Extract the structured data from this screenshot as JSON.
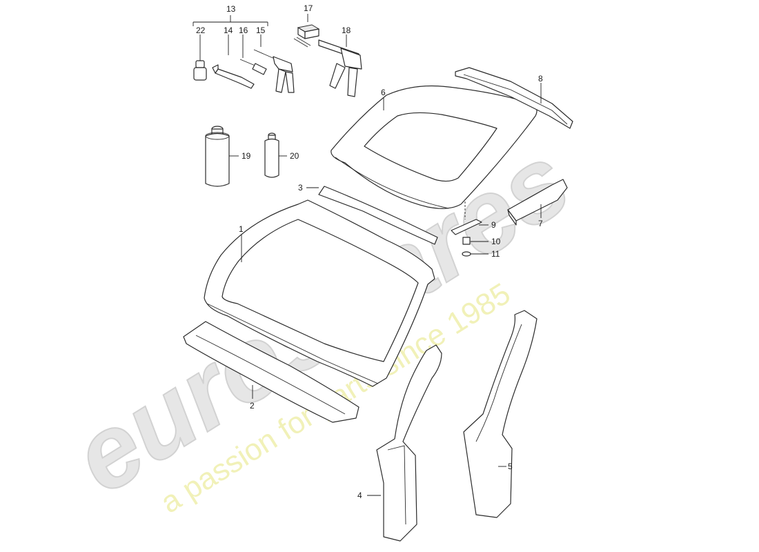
{
  "watermark": {
    "logo": "eurospares",
    "tagline": "a passion for parts since 1985"
  },
  "callouts": [
    "1",
    "2",
    "3",
    "4",
    "5",
    "6",
    "7",
    "8",
    "9",
    "10",
    "11",
    "13",
    "14",
    "15",
    "16",
    "17",
    "18",
    "19",
    "20",
    "22"
  ],
  "colors": {
    "line": "#2a2a2a",
    "watermark_grey": "#e6e6e6",
    "watermark_yellow": "#f1f1b8"
  }
}
